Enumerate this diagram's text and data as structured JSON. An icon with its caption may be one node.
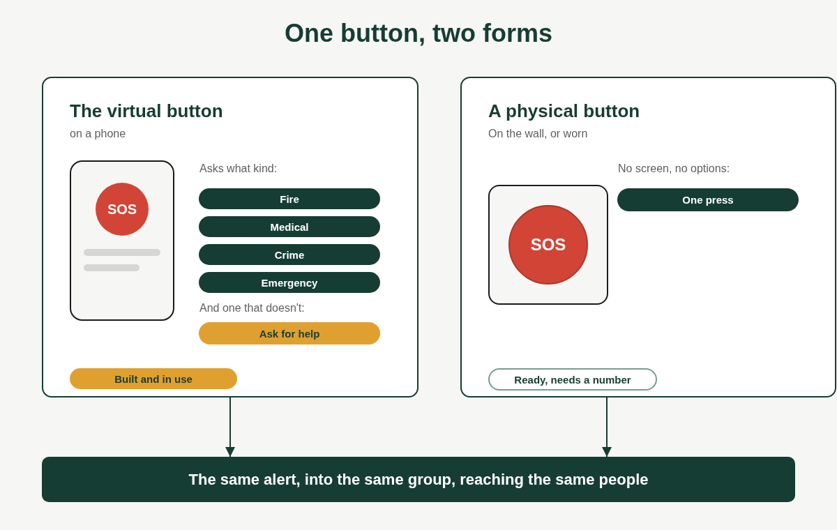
{
  "diagram": {
    "title": "One button, two forms",
    "nodes": [
      {
        "text": [
          "The virtual button",
          "on a phone",
          "Asks what kind:",
          "And one that doesn't:"
        ]
      },
      {
        "text": [],
        "shape": "box",
        "in": 0
      },
      {
        "text": [
          "SOS"
        ],
        "in": 1
      },
      {
        "text": [
          "Fire"
        ],
        "in": 0
      },
      {
        "text": [
          "Medical"
        ],
        "in": 0
      },
      {
        "text": [
          "Crime"
        ],
        "in": 0
      },
      {
        "text": [
          "Emergency"
        ],
        "in": 0
      },
      {
        "text": [
          "Ask for help"
        ],
        "in": 0
      },
      {
        "text": [
          "Built and in use"
        ],
        "in": 0
      },
      {
        "text": [
          "A physical button",
          "On the wall, or worn",
          "No screen, no options:"
        ]
      },
      {
        "text": [],
        "shape": "box",
        "in": 9
      },
      {
        "text": [
          "SOS"
        ],
        "in": 10
      },
      {
        "text": [
          "One press"
        ],
        "in": 9
      },
      {
        "text": [
          "Ready, needs a number"
        ],
        "in": 9
      },
      {
        "text": [
          "The same alert, into the same group, reaching the same people"
        ]
      }
    ],
    "edges": [
      {
        "from": 0,
        "to": 14,
        "arrow": "to"
      },
      {
        "from": 9,
        "to": 14,
        "arrow": "to"
      }
    ]
  }
}
